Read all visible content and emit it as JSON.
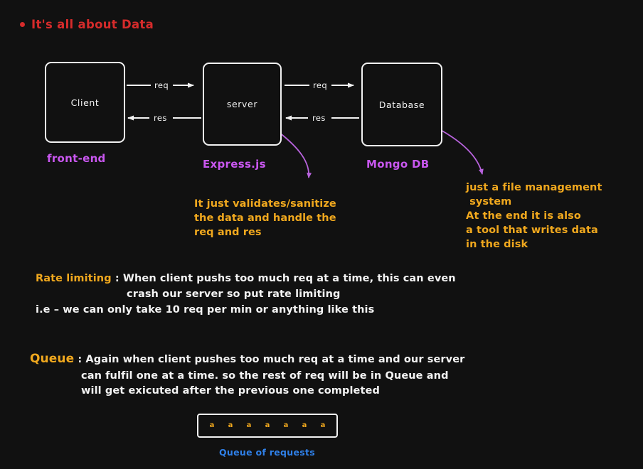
{
  "page": {
    "background_color": "#111111",
    "title_color": "#d62b2b",
    "tech_label_color": "#c957f0",
    "note_color": "#f0a81e",
    "body_text_color": "#f3f3f3",
    "caption_color": "#2f80e8",
    "box_border_color": "#f2f2f2"
  },
  "title": {
    "text": "It's all about Data",
    "bullet": "bullet-dot"
  },
  "diagram": {
    "nodes": [
      {
        "id": "client",
        "label": "Client",
        "tech": "front-end"
      },
      {
        "id": "server",
        "label": "server",
        "tech": "Express.js"
      },
      {
        "id": "database",
        "label": "Database",
        "tech": "Mongo DB"
      }
    ],
    "edges": [
      {
        "from": "client",
        "to": "database",
        "label": "req",
        "direction": "right"
      },
      {
        "from": "server",
        "to": "client",
        "label": "res",
        "direction": "left"
      },
      {
        "from": "server",
        "to": "database",
        "label": "req",
        "direction": "right"
      },
      {
        "from": "database",
        "to": "server",
        "label": "res",
        "direction": "left"
      }
    ],
    "edge_labels": {
      "req_1": "req",
      "res_1": "res",
      "req_2": "req",
      "res_2": "res"
    }
  },
  "notes": {
    "server_note": "It just validates/sanitize\nthe data and handle the\nreq and res",
    "db_note_a": "just a file management\n system",
    "db_note_b": "At the end it is also\na tool that writes data\nin the disk"
  },
  "paragraphs": {
    "rate_limiting": {
      "keyword": "Rate limiting",
      "separator": " : ",
      "line1": "When client pushs too much req at a time, this can even",
      "line2": "crash our server so put rate limiting",
      "line3": "i.e – we can only take 10 req per min or anything like this"
    },
    "queue": {
      "keyword": "Queue",
      "separator": " : ",
      "line1": "Again when client pushes too much req at a time and our server",
      "line2": "can fulfil one at a time. so the rest of req will be in Queue and",
      "line3": "will get exicuted after the previous one completed"
    }
  },
  "queue_box": {
    "items": [
      "a",
      "a",
      "a",
      "a",
      "a",
      "a",
      "a"
    ],
    "count": 7,
    "caption": "Queue of requests"
  }
}
